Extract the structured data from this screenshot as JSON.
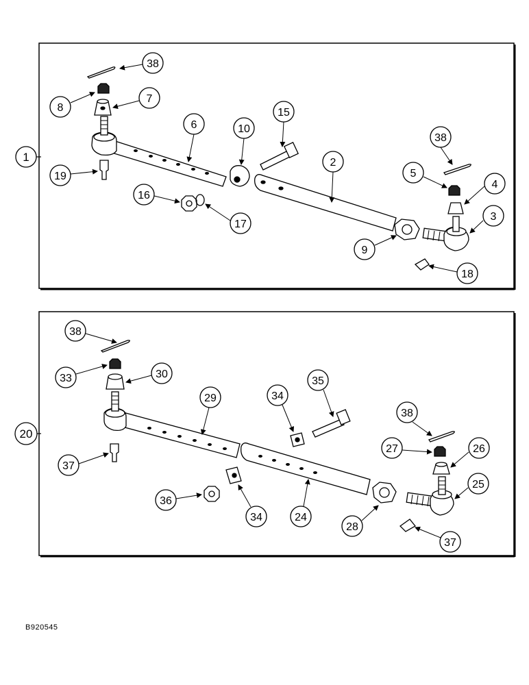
{
  "assembly_1": {
    "label": "1",
    "callouts": {
      "c38": "38",
      "c8": "8",
      "c7": "7",
      "c6": "6",
      "c10": "10",
      "c15": "15",
      "c2": "2",
      "c19": "19",
      "c16": "16",
      "c17": "17",
      "c5": "5",
      "c4": "4",
      "c3": "3",
      "c9": "9",
      "c18": "18",
      "c38b": "38"
    }
  },
  "assembly_20": {
    "label": "20",
    "callouts": {
      "c38": "38",
      "c33": "33",
      "c30": "30",
      "c29": "29",
      "c34": "34",
      "c35": "35",
      "c37": "37",
      "c36": "36",
      "c34b": "34",
      "c24": "24",
      "c28": "28",
      "c38b": "38",
      "c27": "27",
      "c26": "26",
      "c25": "25",
      "c37b": "37"
    }
  },
  "figure_id": "B920545"
}
